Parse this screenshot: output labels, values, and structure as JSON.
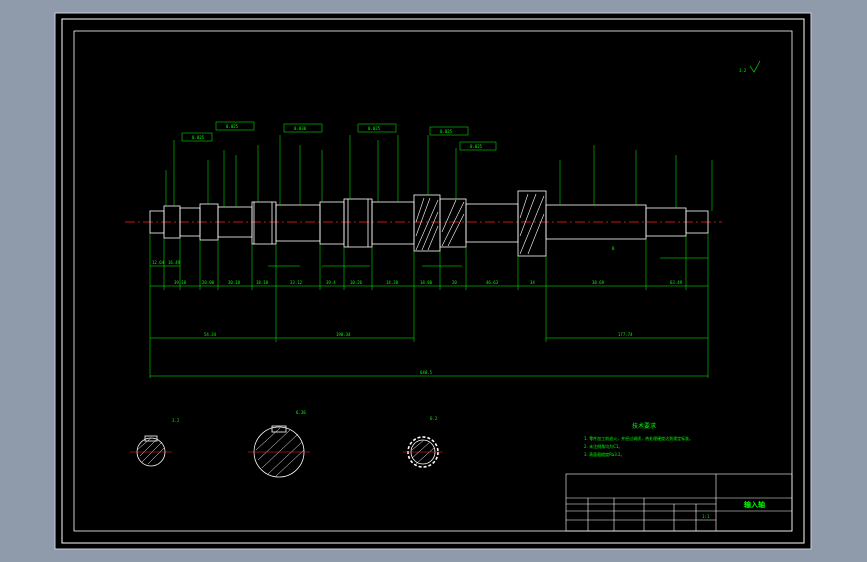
{
  "colors": {
    "desktop": "#8f9aaa",
    "sheet": "#000000",
    "border": "#ffffff",
    "part": "#ffffff",
    "dimension": "#00ff00",
    "centerline": "#ff2020",
    "hatch": "#ffffff"
  },
  "drawing": {
    "roughness": "3.2",
    "dims_row1": [
      "12.64",
      "16.49"
    ],
    "dims_row2": [
      "39.18",
      "20.00",
      "30.18",
      "18.10",
      "33.12",
      "39.4",
      "10.26",
      "14.20",
      "18.80",
      "20",
      "46.63",
      "34",
      "38.69",
      "63.49"
    ],
    "dims_row3": [
      "54.34",
      "198.34",
      "177.74"
    ],
    "overall": "648.5",
    "tolerance_frames": [
      "0.025",
      "0.025",
      "0.030",
      "0.025",
      "0.025",
      "0.025"
    ],
    "datum_letter": "B",
    "section_labels": [
      "3.2",
      "6.38",
      "6.2"
    ]
  },
  "notes": {
    "heading": "技术要求",
    "lines": [
      "1. 零件加工前退火，并经过调质，热处理硬度达到规定标准。",
      "2. 未注倒角均为C1。",
      "3. 表面粗糙度Ra3.2。"
    ]
  },
  "title_block": {
    "drawing_name": "输入轴",
    "scale": "1:1"
  }
}
